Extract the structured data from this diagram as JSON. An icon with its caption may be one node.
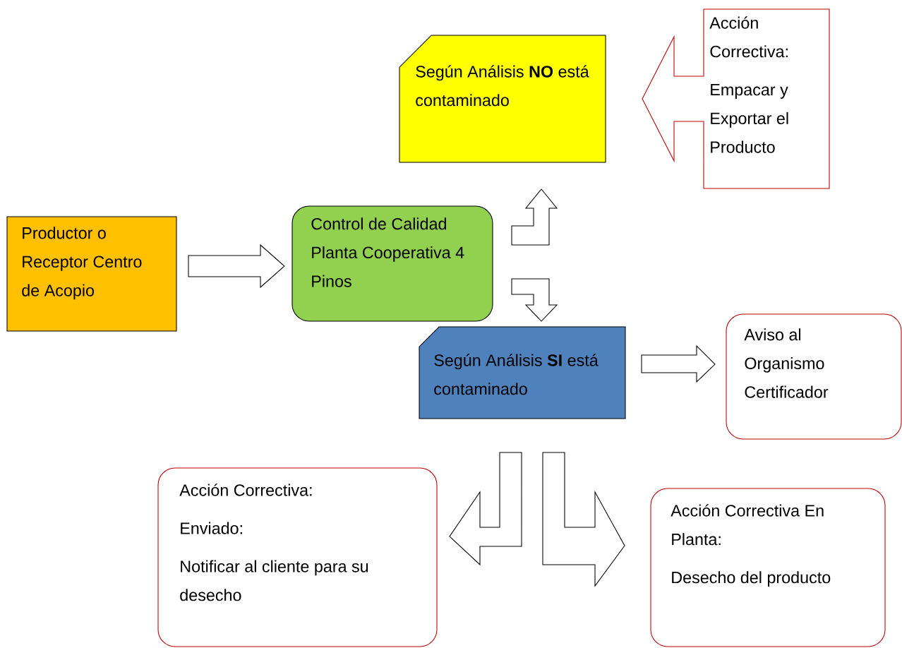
{
  "diagram": {
    "nodes": [
      {
        "text": [
          "Productor o Receptor Centro de Acopio"
        ]
      },
      {
        "text": [
          "Control de Calidad Planta Cooperativa 4 Pinos"
        ]
      },
      {
        "text": [
          "Según Análisis **NO** está contaminado"
        ]
      },
      {
        "text": [
          "Acción Correctiva:",
          "Empacar y Exportar el Producto"
        ]
      },
      {
        "text": [
          "Según Análisis **SI** está contaminado"
        ]
      },
      {
        "text": [
          "Aviso al Organismo Certificador"
        ]
      },
      {
        "text": [
          "Acción Correctiva:",
          "Enviado:",
          "Notificar al cliente para su desecho"
        ]
      },
      {
        "text": [
          "Acción Correctiva En Planta:",
          "Desecho del producto"
        ]
      }
    ],
    "edges": [
      {
        "from": 0,
        "to": 1,
        "arrow": "to"
      },
      {
        "from": 1,
        "to": 2,
        "arrow": "to"
      },
      {
        "from": 1,
        "to": 4,
        "arrow": "to"
      },
      {
        "from": 4,
        "to": 5,
        "arrow": "to"
      },
      {
        "from": 4,
        "to": 6,
        "arrow": "to"
      },
      {
        "from": 4,
        "to": 7,
        "arrow": "to"
      }
    ]
  }
}
